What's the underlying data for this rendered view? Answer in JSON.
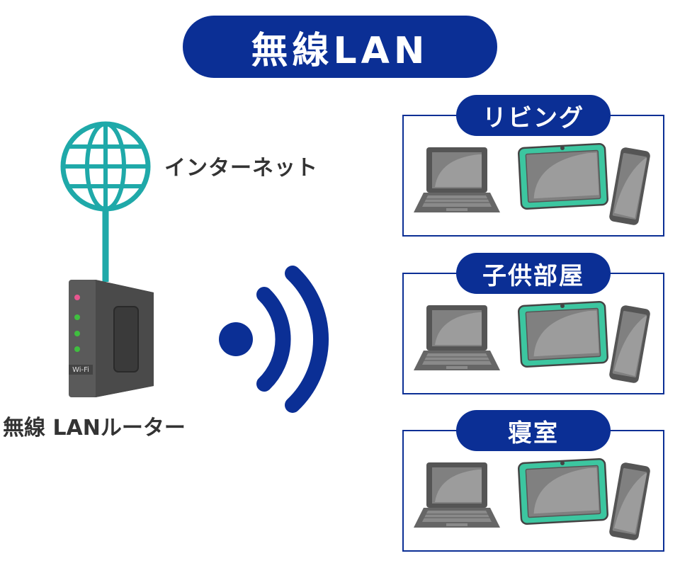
{
  "title": "無線LAN",
  "internet": {
    "label": "インターネット"
  },
  "router": {
    "label": "無線 LANルーター",
    "wifi_text": "Wi-Fi"
  },
  "rooms": [
    {
      "label": "リビング",
      "devices": [
        "laptop-icon",
        "tablet-icon",
        "smartphone-icon"
      ]
    },
    {
      "label": "子供部屋",
      "devices": [
        "laptop-icon",
        "tablet-icon",
        "smartphone-icon"
      ]
    },
    {
      "label": "寝室",
      "devices": [
        "laptop-icon",
        "tablet-icon",
        "smartphone-icon"
      ]
    }
  ],
  "colors": {
    "brand_blue": "#0b2f95",
    "globe_teal": "#1fa9a9",
    "router_body": "#555555",
    "led_pink": "#e8568f",
    "led_green": "#3fbf3f",
    "tablet_teal": "#3cc6a0",
    "screen_gray": "#808080",
    "text_dark": "#333333"
  }
}
